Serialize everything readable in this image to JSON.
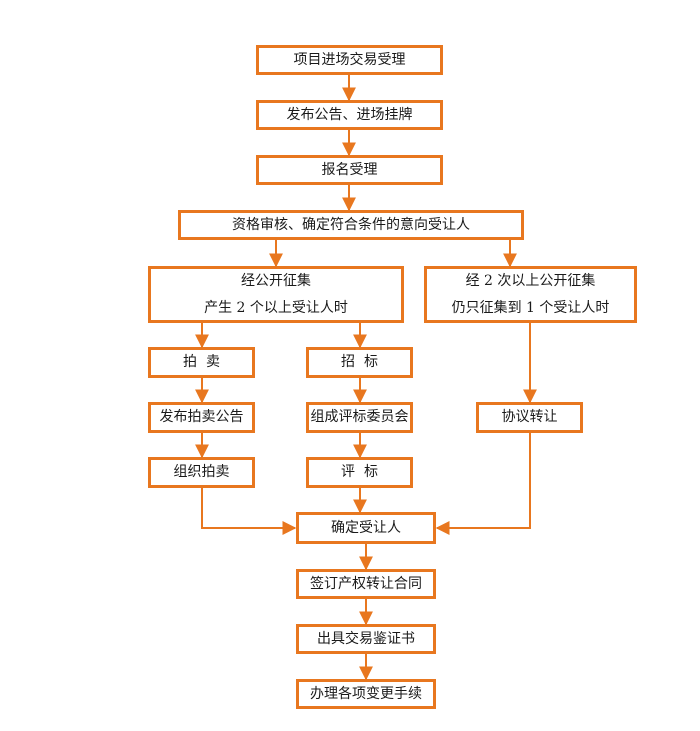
{
  "diagram": {
    "type": "flowchart",
    "accent_color": "#e8771f",
    "nodes": {
      "accept": "项目进场交易受理",
      "announce": "发布公告、进场挂牌",
      "register": "报名受理",
      "qualify": "资格审核、确定符合条件的意向受让人",
      "public_multi": [
        "经公开征集",
        "产生 2 个以上受让人时"
      ],
      "public_single": [
        "经 2 次以上公开征集",
        "仍只征集到 1 个受让人时"
      ],
      "auction": "拍  卖",
      "auction_notice": "发布拍卖公告",
      "auction_organize": "组织拍卖",
      "bidding": "招  标",
      "bidding_committee": "组成评标委员会",
      "bid_evaluation": "评  标",
      "negotiation": "协议转让",
      "confirm": "确定受让人",
      "contract": "签订产权转让合同",
      "certificate": "出具交易鉴证书",
      "procedures": "办理各项变更手续"
    }
  }
}
